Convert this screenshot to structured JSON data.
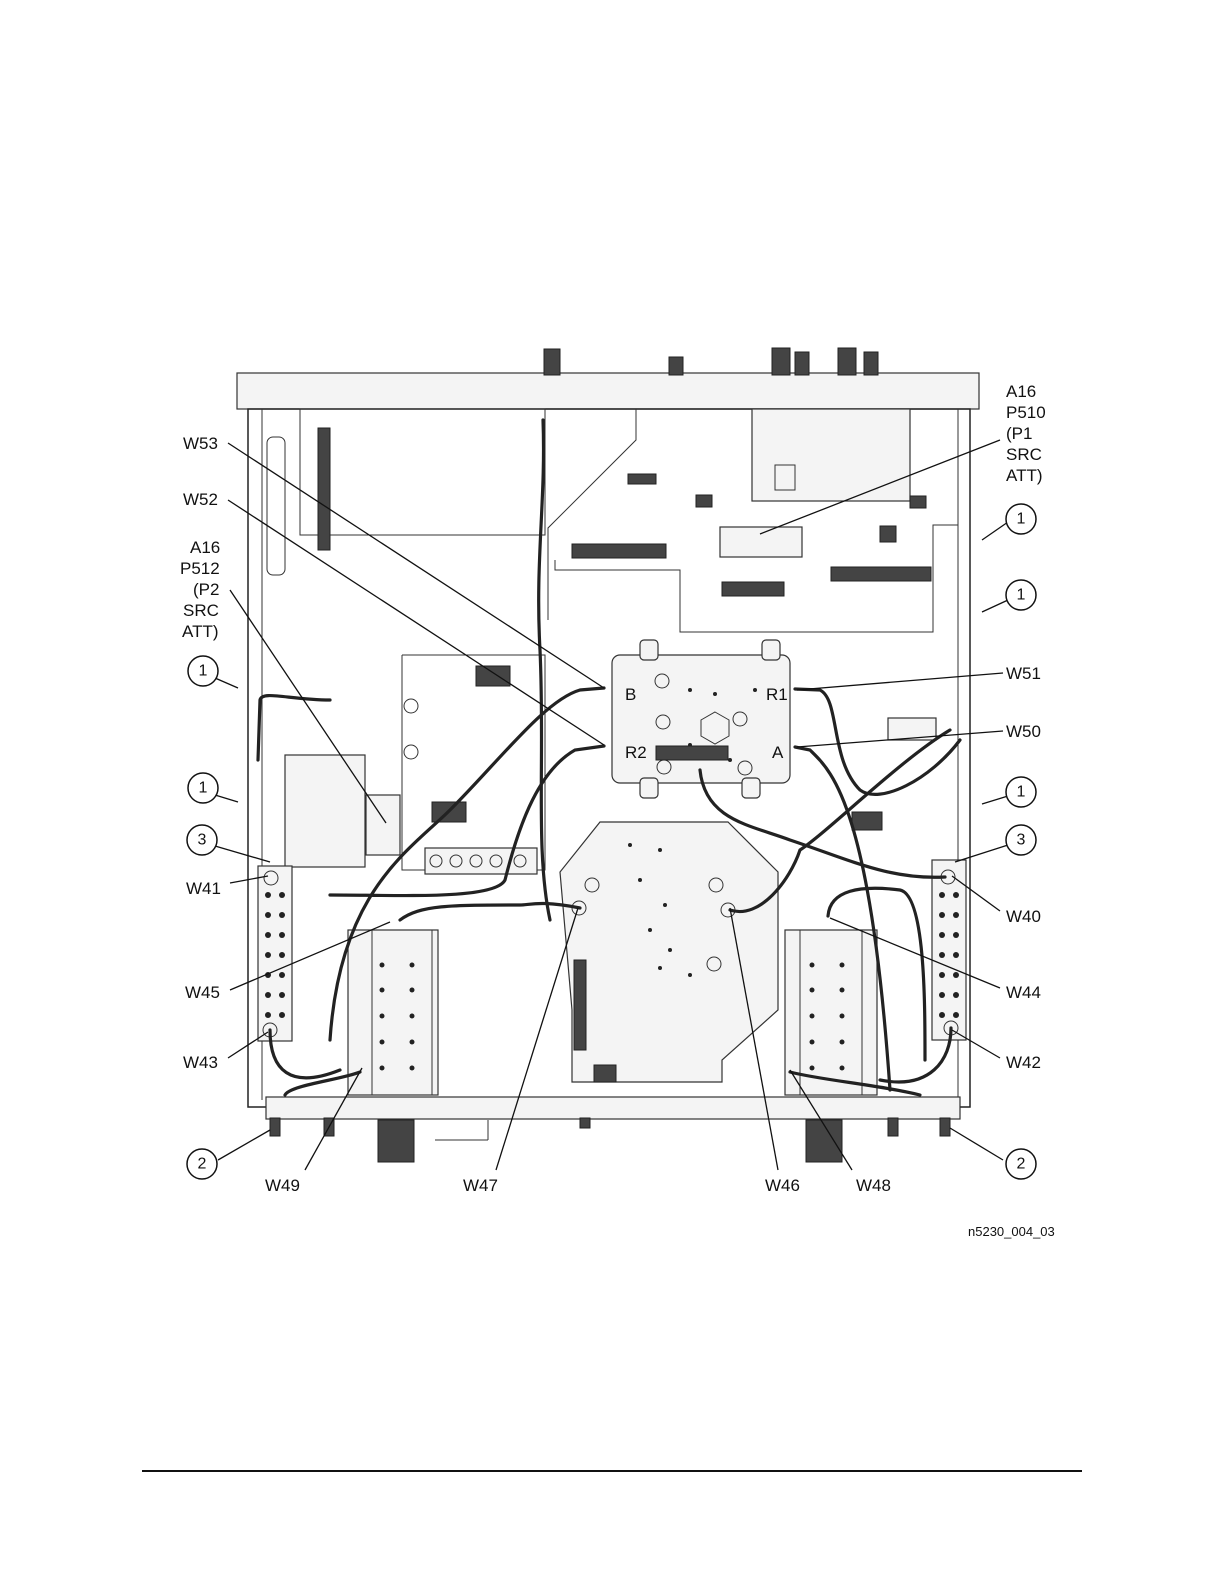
{
  "figure_id": "n5230_004_03",
  "ports": {
    "b": "B",
    "r1": "R1",
    "r2": "R2",
    "a": "A"
  },
  "callouts": {
    "w53": "W53",
    "w52": "W52",
    "w51": "W51",
    "w50": "W50",
    "w41": "W41",
    "w40": "W40",
    "w45": "W45",
    "w44": "W44",
    "w43": "W43",
    "w42": "W42",
    "w49": "W49",
    "w47": "W47",
    "w46": "W46",
    "w48": "W48",
    "a16_p510": [
      "A16",
      "P510",
      "(P1",
      "SRC",
      "ATT)"
    ],
    "a16_p512": [
      "A16",
      "P512",
      "(P2",
      "SRC",
      "ATT)"
    ]
  },
  "circled_numbers": {
    "one": "1",
    "two": "2",
    "three": "3"
  }
}
